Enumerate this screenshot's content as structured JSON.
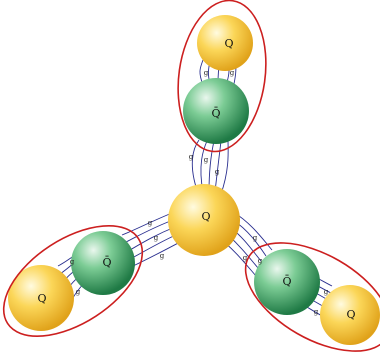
{
  "colors": {
    "quark_fill": "#f5c233",
    "antiquark_fill": "#2e9a5f",
    "gluon_line": "#2a2f8f",
    "ellipse_outline": "#cc1f1f"
  },
  "labels": {
    "center_quark": "Q",
    "top_quark": "Q",
    "top_antiquark": "Q̄",
    "left_quark": "Q",
    "left_antiquark": "Q̄",
    "right_quark": "Q",
    "right_antiquark": "Q̄",
    "gluon": "g"
  }
}
